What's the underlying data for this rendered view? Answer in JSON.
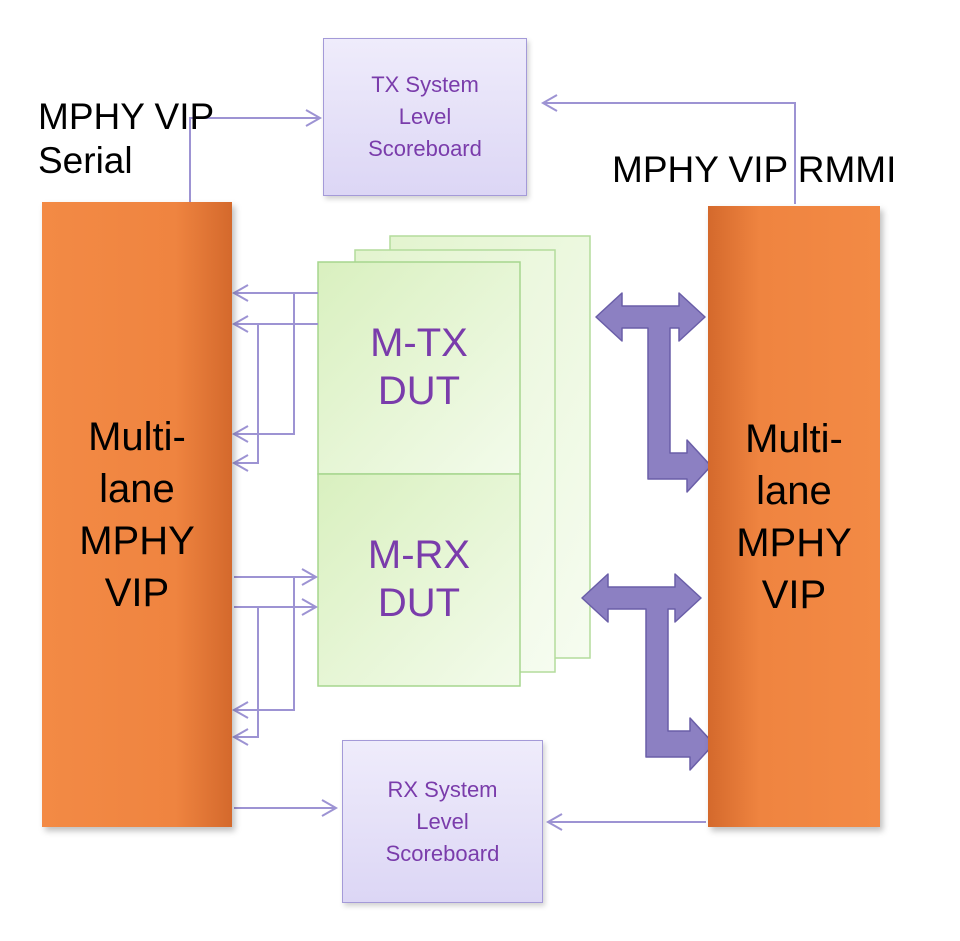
{
  "labels": {
    "serial": "MPHY VIP\nSerial",
    "rmmi": "MPHY VIP RMMI"
  },
  "blocks": {
    "left_vip": "Multi-\nlane\nMPHY\nVIP",
    "right_vip": "Multi-\nlane\nMPHY\nVIP"
  },
  "scoreboards": {
    "tx": "TX System\nLevel\nScoreboard",
    "rx": "RX System\nLevel\nScoreboard"
  },
  "duts": {
    "tx": "M-TX\nDUT",
    "rx": "M-RX\nDUT"
  },
  "colors": {
    "vip_orange": "#f08542",
    "scoreboard_fill": "#e6e1f8",
    "scoreboard_text": "#7a3cab",
    "dut_fill": "#eaf7d8",
    "dut_border": "#a6d68e",
    "connector": "#9d93d3",
    "bus_arrow": "#8c80c2"
  }
}
